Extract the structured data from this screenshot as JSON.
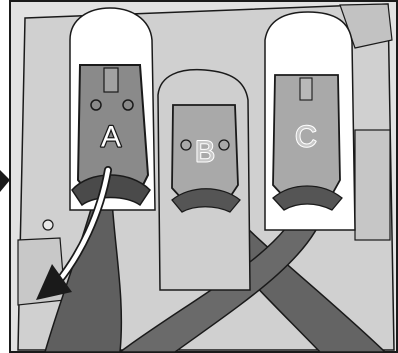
{
  "figure": {
    "connectors": [
      {
        "id": "a",
        "label": "A",
        "highlighted": true
      },
      {
        "id": "b",
        "label": "B",
        "highlighted": false
      },
      {
        "id": "c",
        "label": "C",
        "highlighted": false
      }
    ],
    "pull_arrow_icon": "curved-arrow",
    "pointer_icon": "triangle-pointer",
    "colors": {
      "outline": "#1a1a1a",
      "panel": "#d4d4d4",
      "connector_dark": "#8a8a8a",
      "connector_light": "#a9a9a9",
      "cable": "#5e5e5e",
      "slot_white": "#ffffff"
    }
  }
}
